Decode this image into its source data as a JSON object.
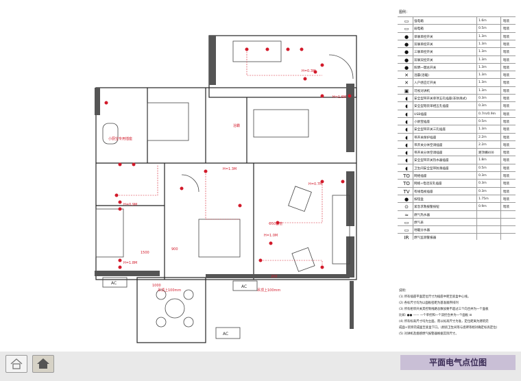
{
  "legend": {
    "header": "图例：",
    "rows": [
      {
        "sym": "▭",
        "label": "强电箱",
        "height": "1.6m",
        "mount": "暗装"
      },
      {
        "sym": "▭",
        "label": "弱电箱",
        "height": "0.5m",
        "mount": "暗装"
      },
      {
        "sym": "●",
        "label": "单联单控开关",
        "height": "1.3m",
        "mount": "暗装"
      },
      {
        "sym": "●",
        "label": "双联单控开关",
        "height": "1.3m",
        "mount": "暗装"
      },
      {
        "sym": "●",
        "label": "三联单控开关",
        "height": "1.3m",
        "mount": "暗装"
      },
      {
        "sym": "●",
        "label": "双联双控开关",
        "height": "1.3m",
        "mount": "暗装"
      },
      {
        "sym": "●",
        "label": "照明一键总开关",
        "height": "1.3m",
        "mount": "暗装"
      },
      {
        "sym": "✕",
        "label": "浴霸(浴暖)",
        "height": "1.3m",
        "mount": "暗装"
      },
      {
        "sym": "✕",
        "label": "入户感应灯开关",
        "height": "1.3m",
        "mount": "暗装"
      },
      {
        "sym": "▣",
        "label": "可视对讲机",
        "height": "1.3m",
        "mount": "暗装"
      },
      {
        "sym": "◖",
        "label": "安全型带开关单项五孔插座(非防溅式)",
        "height": "0.3m",
        "mount": "暗装"
      },
      {
        "sym": "◖",
        "label": "安全型暗装单相五孔插座",
        "height": "0.3m",
        "mount": "暗装"
      },
      {
        "sym": "◖",
        "label": "USB插座",
        "height": "0.7m/0.9m",
        "mount": "暗装"
      },
      {
        "sym": "◖",
        "label": "小厨宝插座",
        "height": "0.5m",
        "mount": "暗装"
      },
      {
        "sym": "◖",
        "label": "安全型带开关三孔插座",
        "height": "1.3m",
        "mount": "暗装"
      },
      {
        "sym": "◖",
        "label": "带开关保护插座",
        "height": "2.2m",
        "mount": "暗装"
      },
      {
        "sym": "◖",
        "label": "带开关分体空调插座",
        "height": "2.2m",
        "mount": "暗装"
      },
      {
        "sym": "◖",
        "label": "带开关分体空调插座",
        "height": "距顶棚400",
        "mount": "暗装"
      },
      {
        "sym": "◖",
        "label": "安全型带开关热水器插座",
        "height": "1.8m",
        "mount": "暗装"
      },
      {
        "sym": "◖",
        "label": "卫生间安全型带防溅插座",
        "height": "0.5m",
        "mount": "暗装"
      },
      {
        "sym": "TO",
        "label": "网络插座",
        "height": "0.3m",
        "mount": "暗装"
      },
      {
        "sym": "TO",
        "label": "网络+电话双孔插座",
        "height": "0.3m",
        "mount": "暗装"
      },
      {
        "sym": "TV",
        "label": "有线电视插座",
        "height": "0.3m",
        "mount": "暗装"
      },
      {
        "sym": "●",
        "label": "按钮盒",
        "height": "1.75m",
        "mount": "暗装"
      },
      {
        "sym": "⊙",
        "label": "紧急求救报警按钮",
        "height": "0.9m",
        "mount": "暗装"
      },
      {
        "sym": "≈",
        "label": "燃气热水器",
        "height": "",
        "mount": ""
      },
      {
        "sym": "▭",
        "label": "燃气表",
        "height": "",
        "mount": ""
      },
      {
        "sym": "▭",
        "label": "地暖分水器",
        "height": "",
        "mount": ""
      },
      {
        "sym": "IR",
        "label": "燃气监测警报器",
        "height": "",
        "mount": ""
      }
    ]
  },
  "notes": [
    "说明：",
    "(1) 所有插座平面定位尺寸为插座中距至底盒中心线。",
    "(2) 各标尺寸均为以面板密距为基准顺序排列",
    "(3) 所有相邻开关其控制线路总数加要不超过三个向合并为一个面板",
    "比如: ●● —— 一个单控和一个双控合并为一个面板 ⊡",
    "(4) 所有标高尺寸均为立面。而以标高尺寸为准，定位距离为建筑完",
    "成面+装饰完成面至底盒下口。(厨房卫生间等与瓷砖等相对确定标高定位)",
    "(5) 对讲机及烟感燃气报警器根据实际尺寸。"
  ],
  "title": "平面电气点位图",
  "plan_labels": {
    "kitchen_note": "小厨宝专用插座",
    "bath_note": "浴霸",
    "aircon_top": "吊顶上100mm",
    "aircon_bottom": "吊顶上100mm",
    "ac1": "AC",
    "ac2": "AC",
    "ac3": "AC",
    "h_09": "H=0.9M",
    "h_07": "H=0.7M",
    "h_13": "H=1.3M",
    "h_16": "H=1.6M",
    "h_03": "H=0.3M",
    "h_18": "H=1.8M",
    "h_10": "H=1.0M",
    "dim_1000": "1000",
    "dim_1500": "1500",
    "dim_900": "900",
    "dim_200": "200",
    "tv": "Φ50套管"
  },
  "nav": {
    "prev_icon": "home-outline-icon",
    "next_icon": "home-filled-icon"
  }
}
